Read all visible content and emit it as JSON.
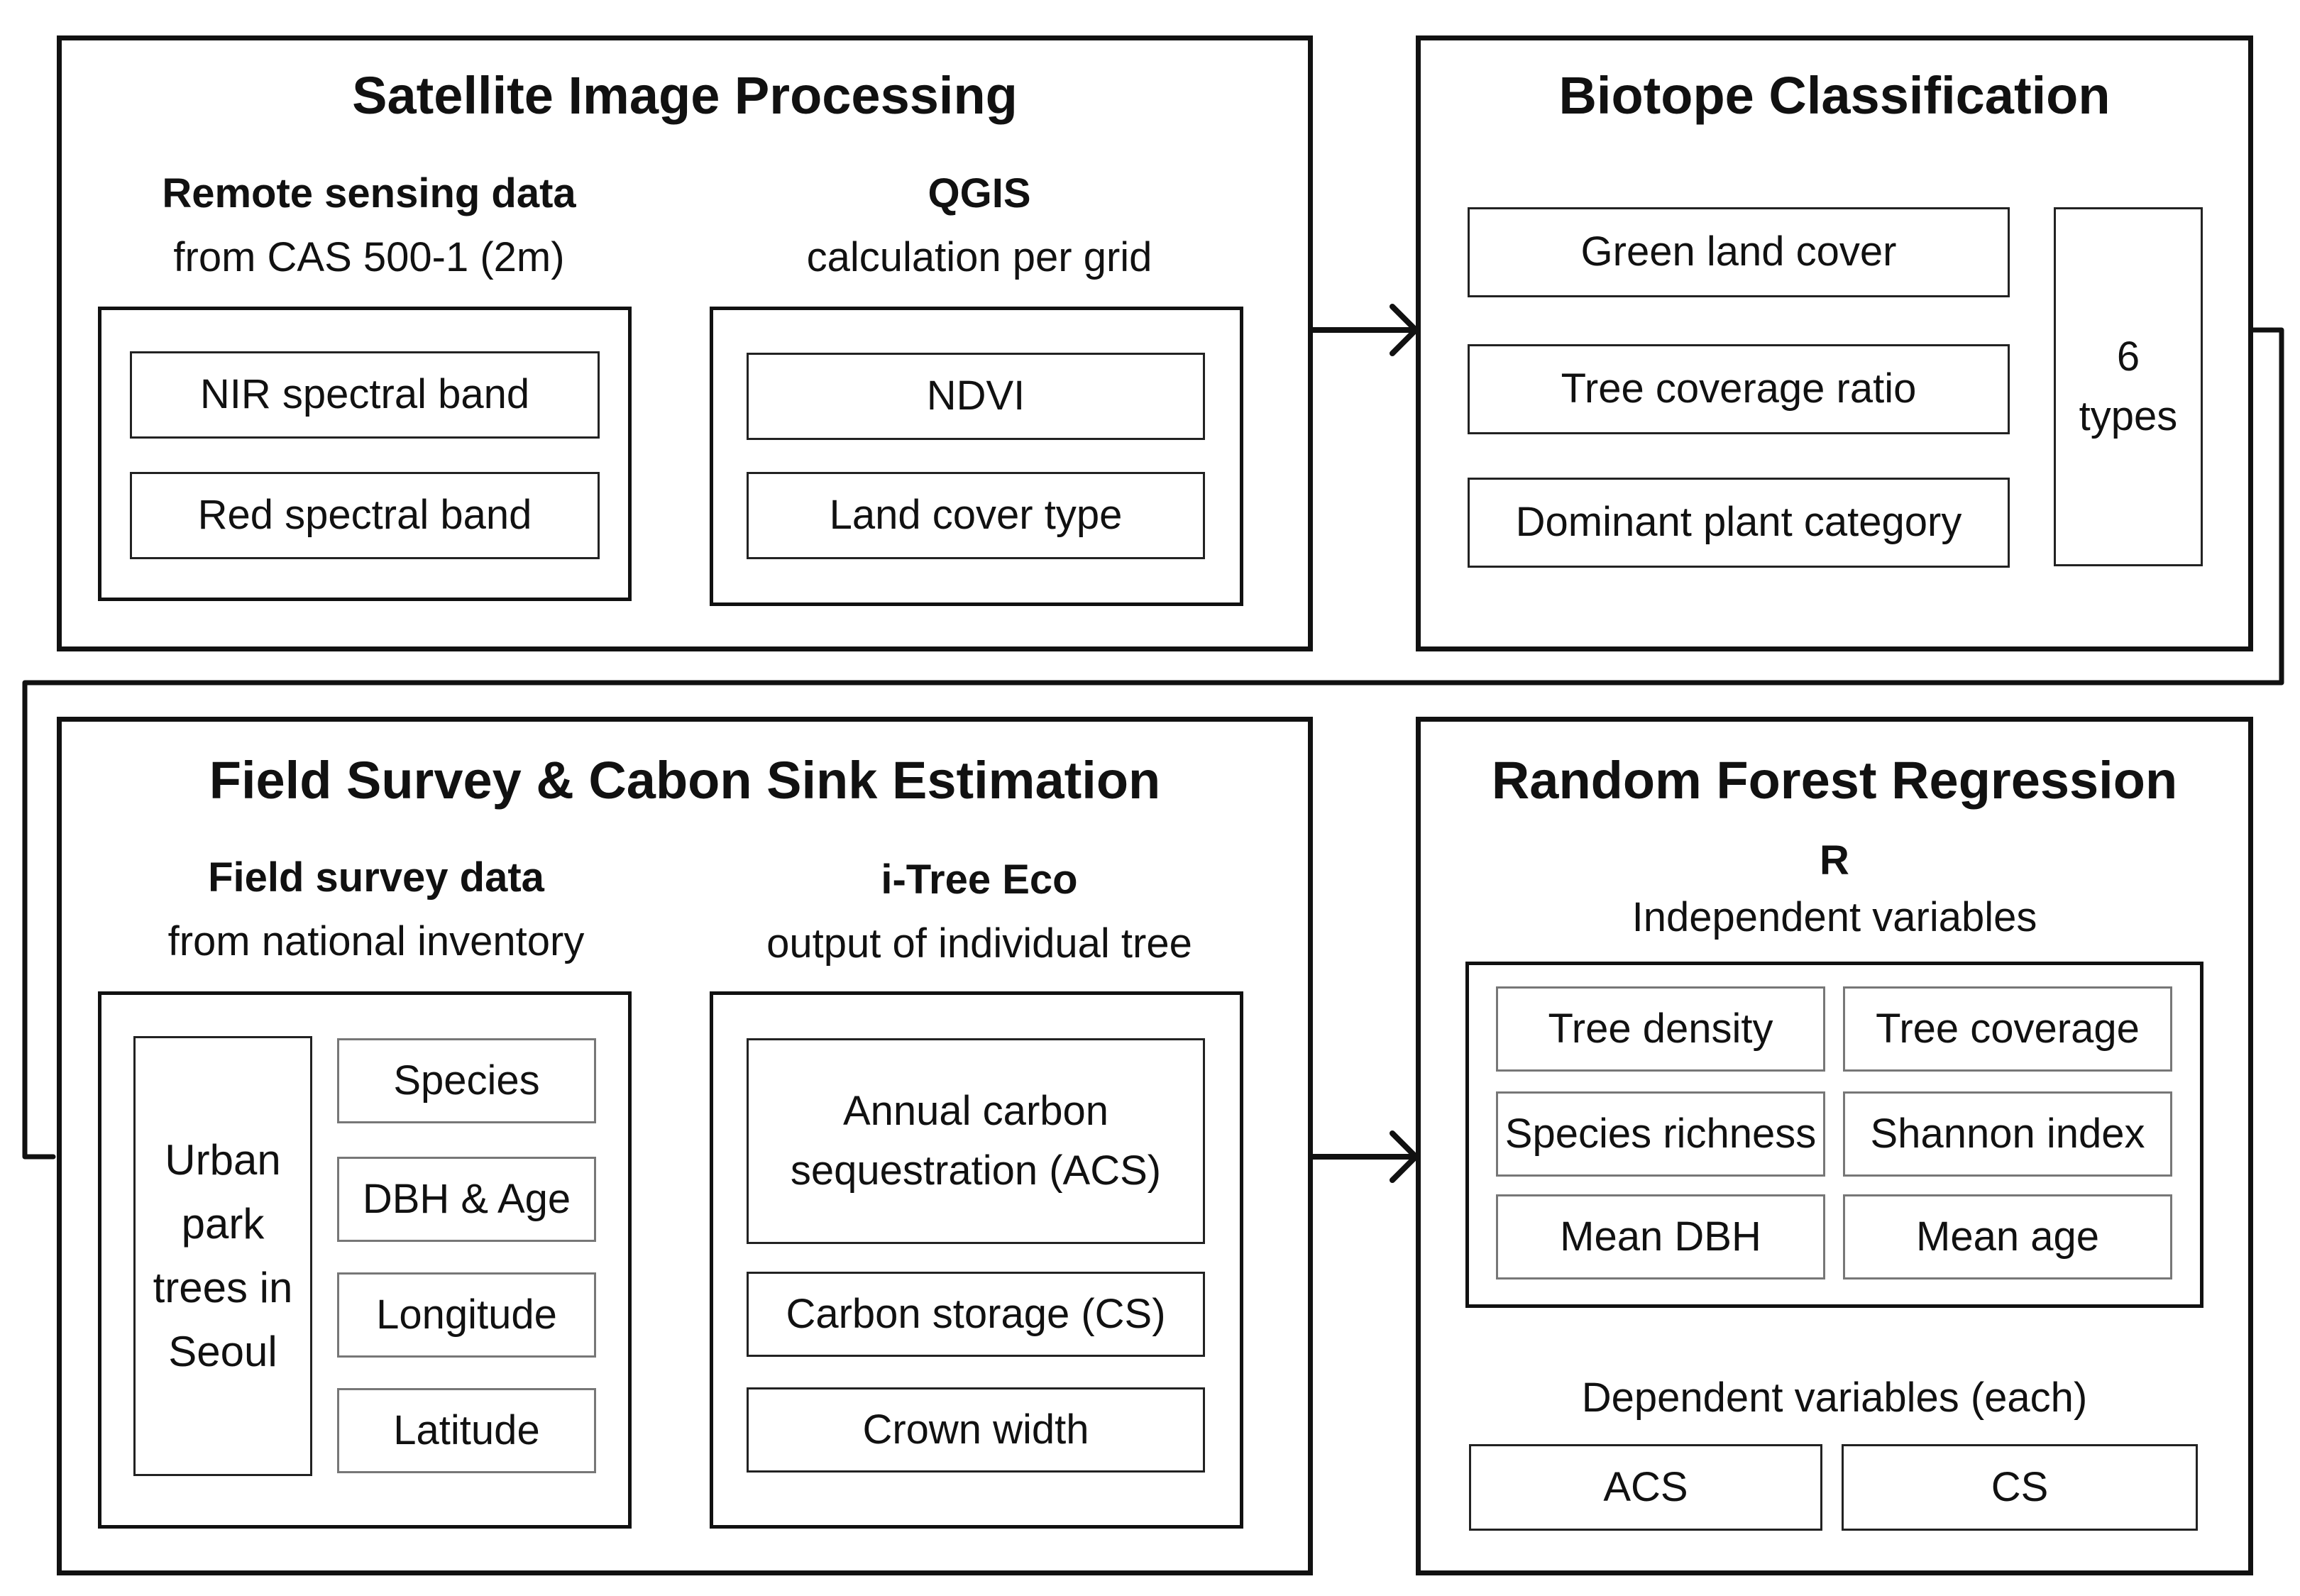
{
  "satellite": {
    "title": "Satellite Image Processing",
    "remote": {
      "heading": "Remote sensing data",
      "sub": "from CAS 500-1 (2m)"
    },
    "qgis": {
      "heading": "QGIS",
      "sub": "calculation per grid"
    },
    "bands": [
      "NIR spectral band",
      "Red spectral band"
    ],
    "outputs": [
      "NDVI",
      "Land cover type"
    ]
  },
  "biotope": {
    "title": "Biotope Classification",
    "criteria": [
      "Green land cover",
      "Tree coverage ratio",
      "Dominant plant category"
    ],
    "types_number": "6",
    "types_label": "types"
  },
  "field": {
    "title": "Field Survey & Cabon Sink Estimation",
    "survey": {
      "heading": "Field survey data",
      "sub": "from national inventory"
    },
    "itree": {
      "heading": "i-Tree Eco",
      "sub": "output of individual tree"
    },
    "trees_lines": [
      "Urban",
      "park",
      "trees in",
      "Seoul"
    ],
    "attributes": [
      "Species",
      "DBH & Age",
      "Longitude",
      "Latitude"
    ],
    "acs_lines": [
      "Annual carbon",
      "sequestration (ACS)"
    ],
    "outputs": [
      "Carbon storage (CS)",
      "Crown width"
    ]
  },
  "rf": {
    "title": "Random Forest Regression",
    "tool": "R",
    "independent_label": "Independent variables",
    "variables": [
      "Tree density",
      "Tree coverage",
      "Species richness",
      "Shannon index",
      "Mean DBH",
      "Mean age"
    ],
    "dependent_label": "Dependent variables (each)",
    "dependents": [
      "ACS",
      "CS"
    ]
  }
}
